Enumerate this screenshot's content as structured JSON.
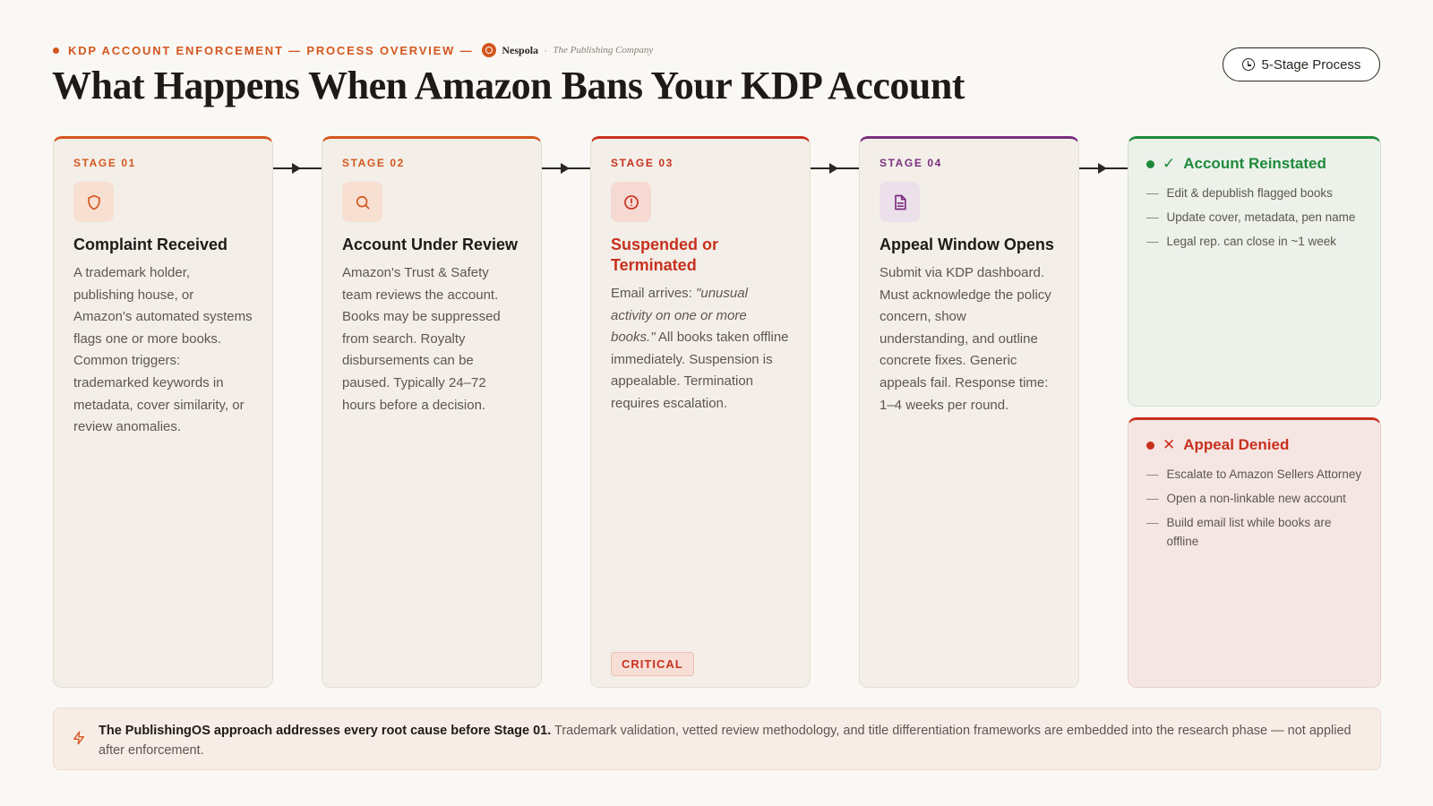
{
  "header": {
    "eyebrow": "KDP ACCOUNT ENFORCEMENT — PROCESS OVERVIEW —",
    "brand_name": "Nespola",
    "brand_sep": "·",
    "brand_tagline": "The Publishing Company",
    "title": "What Happens When Amazon Bans Your KDP Account",
    "stage_pill": "5-Stage Process"
  },
  "colors": {
    "accent": "#d4561f",
    "stage1": "#d4561f",
    "stage2": "#d4561f",
    "stage3": "#c8301e",
    "stage4": "#7b2f7f",
    "success": "#1f8a3b",
    "danger": "#c8301e"
  },
  "stages": [
    {
      "label": "STAGE 01",
      "icon": "shield-icon",
      "title": "Complaint Received",
      "body": "A trademark holder, publishing house, or Amazon's automated systems flags one or more books. Common triggers: trademarked keywords in metadata, cover similarity, or review anomalies."
    },
    {
      "label": "STAGE 02",
      "icon": "search-icon",
      "title": "Account Under Review",
      "body": "Amazon's Trust & Safety team reviews the account. Books may be suppressed from search. Royalty disbursements can be paused. Typically 24–72 hours before a decision."
    },
    {
      "label": "STAGE 03",
      "icon": "alert-circle-icon",
      "title": "Suspended or Terminated",
      "body_prefix": "Email arrives: ",
      "body_quote": "\"unusual activity on one or more books.\"",
      "body_suffix": " All books taken offline immediately. Suspension is appealable. Termination requires escalation.",
      "badge": "CRITICAL"
    },
    {
      "label": "STAGE 04",
      "icon": "document-icon",
      "title": "Appeal Window Opens",
      "body": "Submit via KDP dashboard. Must acknowledge the policy concern, show understanding, and outline concrete fixes. Generic appeals fail. Response time: 1–4 weeks per round."
    }
  ],
  "outcomes": {
    "reinstated": {
      "mark": "✓",
      "title": "Account Reinstated",
      "items": [
        "Edit & depublish flagged books",
        "Update cover, metadata, pen name",
        "Legal rep. can close in ~1 week"
      ]
    },
    "denied": {
      "mark": "✕",
      "title": "Appeal Denied",
      "items": [
        "Escalate to Amazon Sellers Attorney",
        "Open a non-linkable new account",
        "Build email list while books are offline"
      ]
    },
    "dash": "—"
  },
  "footer": {
    "lead": "The PublishingOS approach addresses every root cause before Stage 01.",
    "text": " Trademark validation, vetted review methodology, and title differentiation frameworks are embedded into the research phase — not applied after enforcement."
  }
}
